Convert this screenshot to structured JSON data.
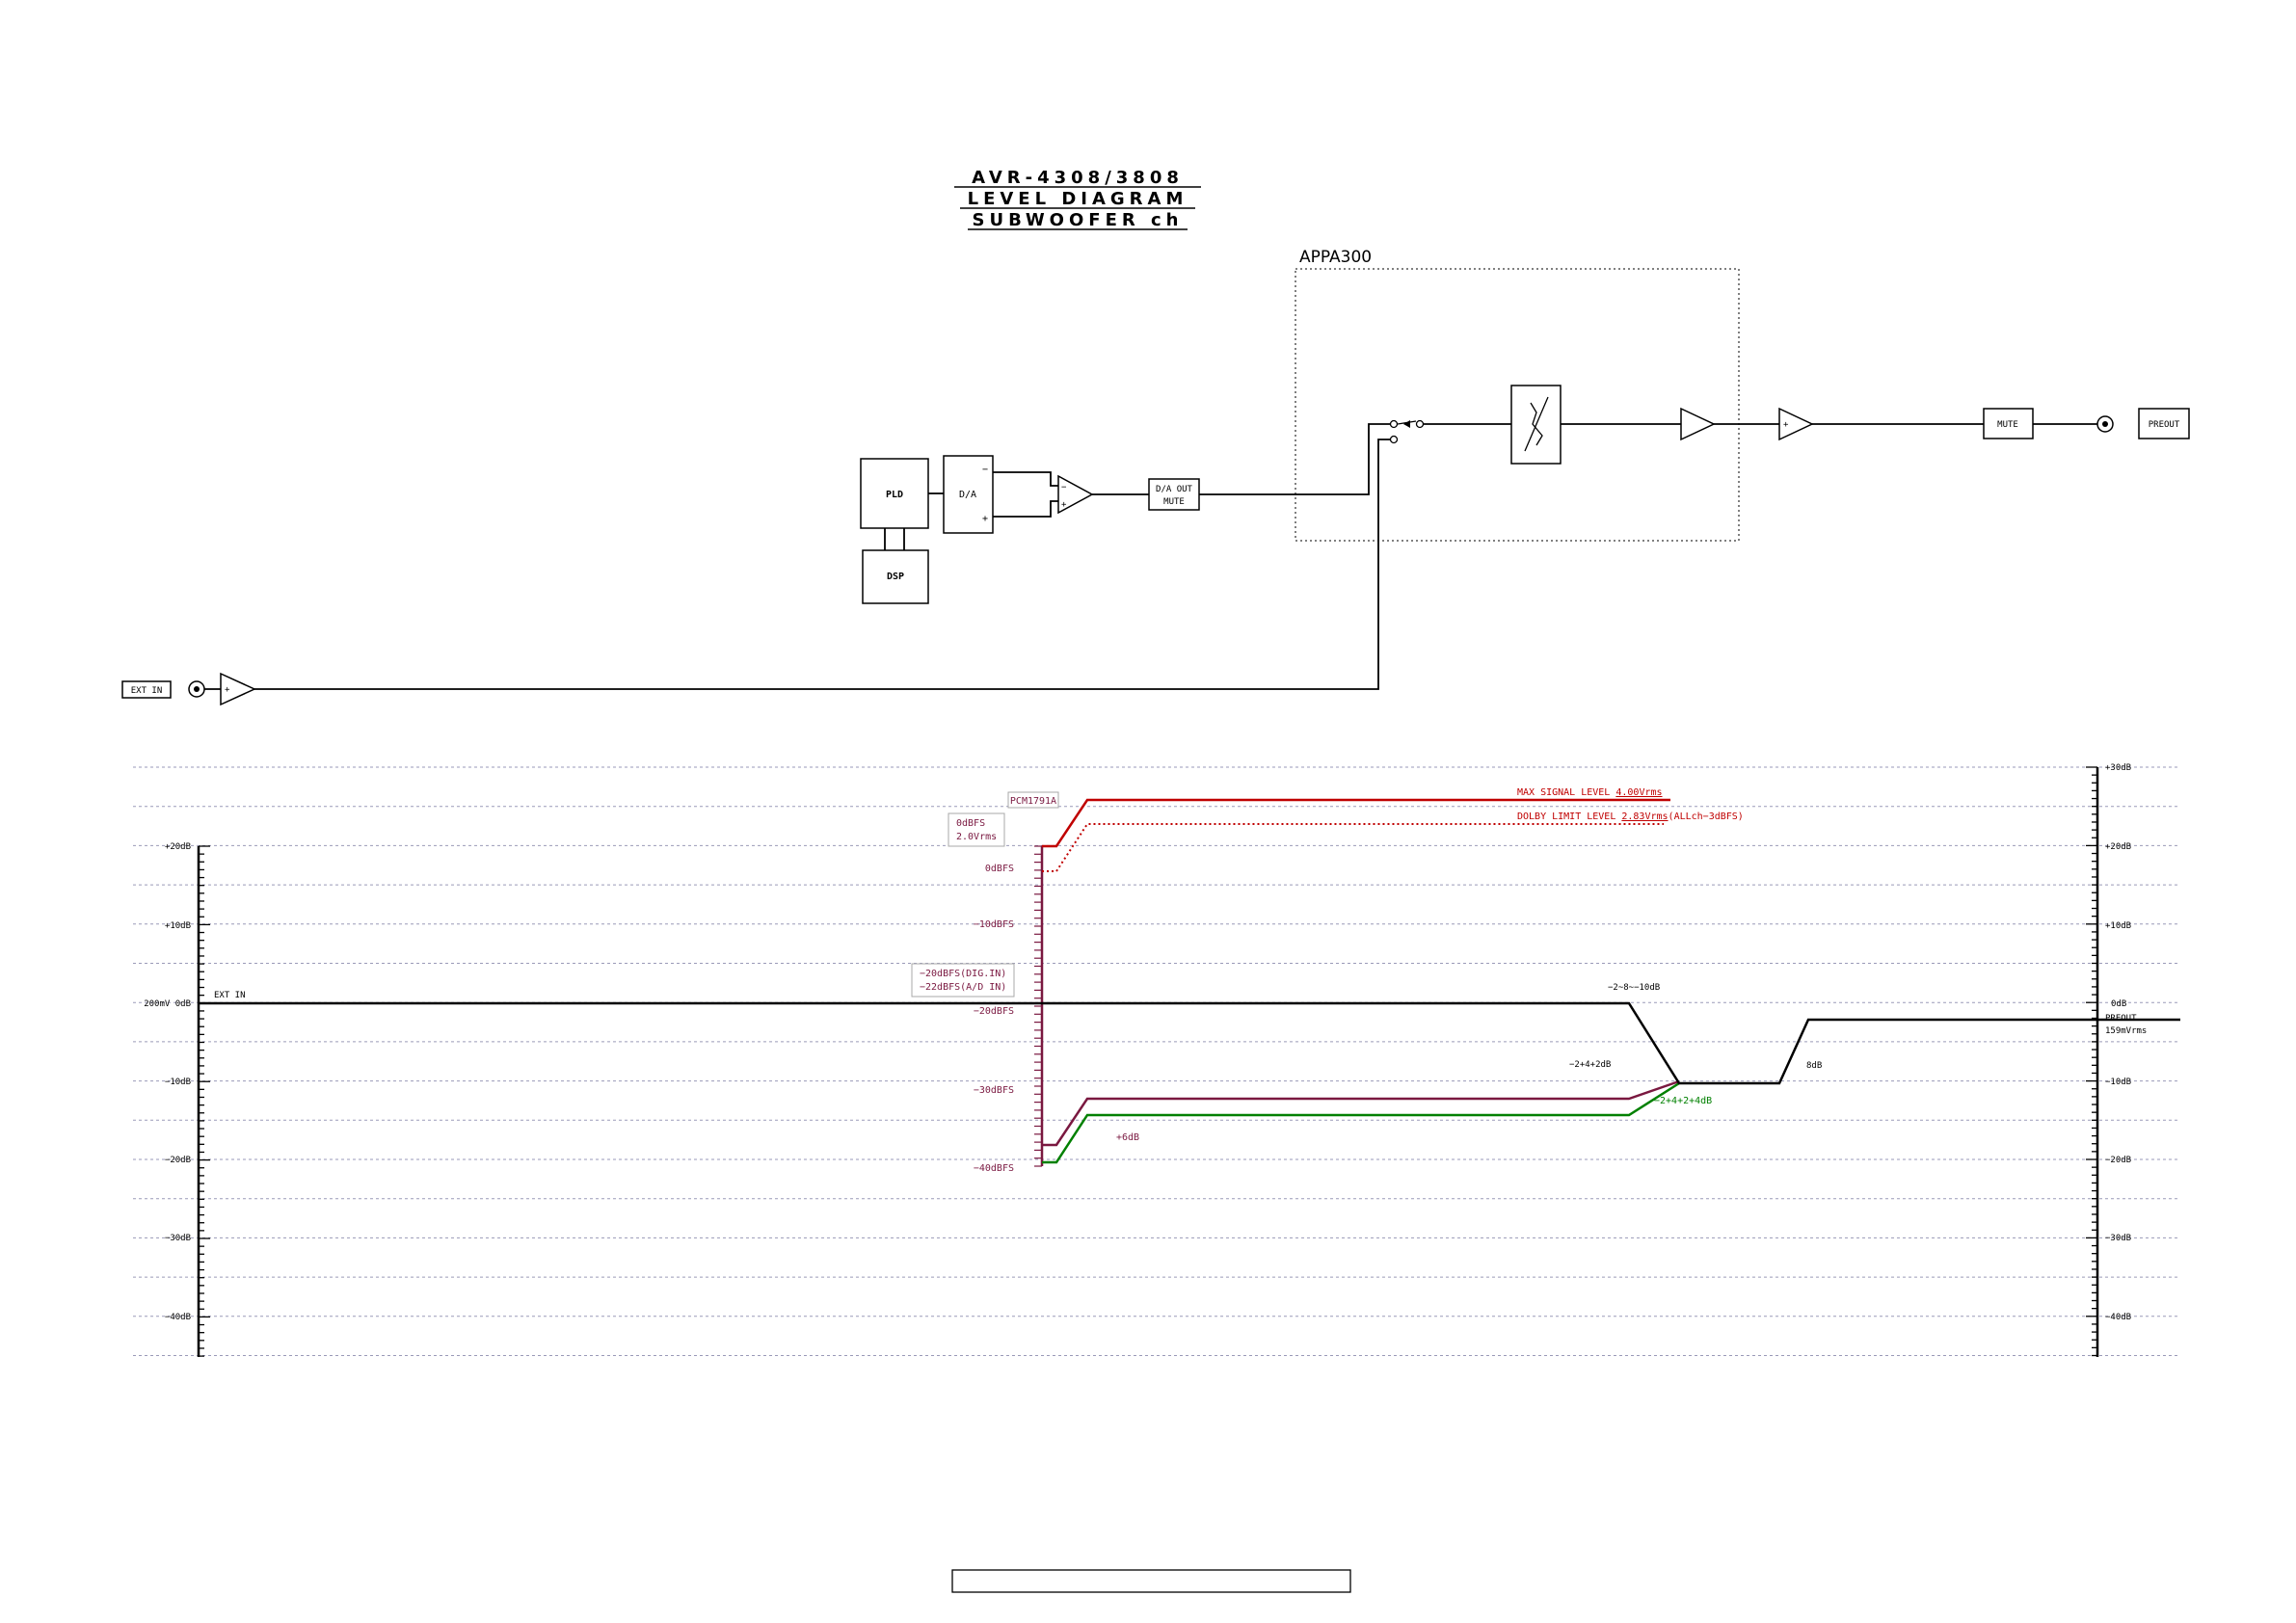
{
  "title": {
    "line1": "AVR-4308/3808",
    "line2": "LEVEL DIAGRAM",
    "line3": "SUBWOOFER ch"
  },
  "blocks": {
    "appa": "APPA300",
    "pld": "PLD",
    "dsp": "DSP",
    "da": "D/A",
    "da_minus": "−",
    "da_plus": "+",
    "da_mute_1": "D/A OUT",
    "da_mute_2": "MUTE",
    "mute": "MUTE",
    "preout": "PREOUT",
    "ext_in": "EXT IN",
    "amp_plus": "+",
    "amp_minus": "−"
  },
  "scale": {
    "left_ticks": [
      "+20dB",
      "+10dB",
      "200mV  0dB",
      "−10dB",
      "−20dB",
      "−30dB",
      "−40dB"
    ],
    "right_ticks": [
      "+30dB",
      "+20dB",
      "+10dB",
      "0dB",
      "−10dB",
      "−20dB",
      "−30dB",
      "−40dB"
    ],
    "dbfs_ticks": [
      "0dBFS",
      "−10dBFS",
      "−20dBFS",
      "−30dBFS",
      "−40dBFS"
    ]
  },
  "annotations": {
    "pcm": "PCM1791A",
    "odbfs_1": "0dBFS",
    "odbfs_2": "2.0Vrms",
    "dig_1": "−20dBFS(DIG.IN)",
    "dig_2": "−22dBFS(A/D IN)",
    "ext_in_trace": "EXT IN",
    "max_signal_prefix": "MAX SIGNAL LEVEL ",
    "max_signal_value": "4.00Vrms",
    "dolby_prefix": "DOLBY LIMIT LEVEL ",
    "dolby_value": "2.83Vrms",
    "dolby_suffix": "(ALLch−3dBFS)",
    "gain_a": "−2~8~−10dB",
    "gain_b": "−2+4+2dB",
    "gain_c": "−2+4+2+4dB",
    "gain_d": "8dB",
    "gain_e": "+6dB",
    "preout_1": "PREOUT",
    "preout_2": "159mVrms"
  },
  "colors": {
    "red": "#c00000",
    "magenta": "#7a1840",
    "green": "#008000",
    "grid": "#9a9ab8"
  }
}
